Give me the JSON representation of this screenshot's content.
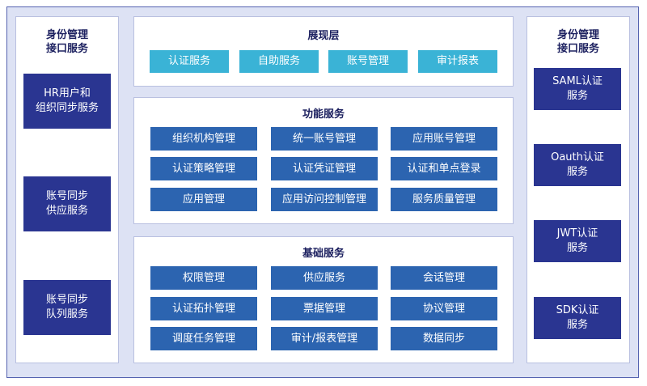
{
  "left_panel": {
    "title": [
      "身份管理",
      "接口服务"
    ],
    "boxes": [
      [
        "HR用户和",
        "组织同步服务"
      ],
      [
        "账号同步",
        "供应服务"
      ],
      [
        "账号同步",
        "队列服务"
      ]
    ]
  },
  "right_panel": {
    "title": [
      "身份管理",
      "接口服务"
    ],
    "boxes": [
      [
        "SAML认证",
        "服务"
      ],
      [
        "Oauth认证",
        "服务"
      ],
      [
        "JWT认证",
        "服务"
      ],
      [
        "SDK认证",
        "服务"
      ]
    ]
  },
  "presentation": {
    "title": "展现层",
    "items": [
      "认证服务",
      "自助服务",
      "账号管理",
      "审计报表"
    ]
  },
  "functional": {
    "title": "功能服务",
    "items": [
      "组织机构管理",
      "统一账号管理",
      "应用账号管理",
      "认证策略管理",
      "认证凭证管理",
      "认证和单点登录",
      "应用管理",
      "应用访问控制管理",
      "服务质量管理"
    ]
  },
  "basic": {
    "title": "基础服务",
    "items": [
      "权限管理",
      "供应服务",
      "会话管理",
      "认证拓扑管理",
      "票据管理",
      "协议管理",
      "调度任务管理",
      "审计/报表管理",
      "数据同步"
    ]
  },
  "colors": {
    "dark_box": "#2a3591",
    "teal_box": "#3ab3d6",
    "mid_box": "#2c64b0",
    "background": "#dde2f4"
  }
}
